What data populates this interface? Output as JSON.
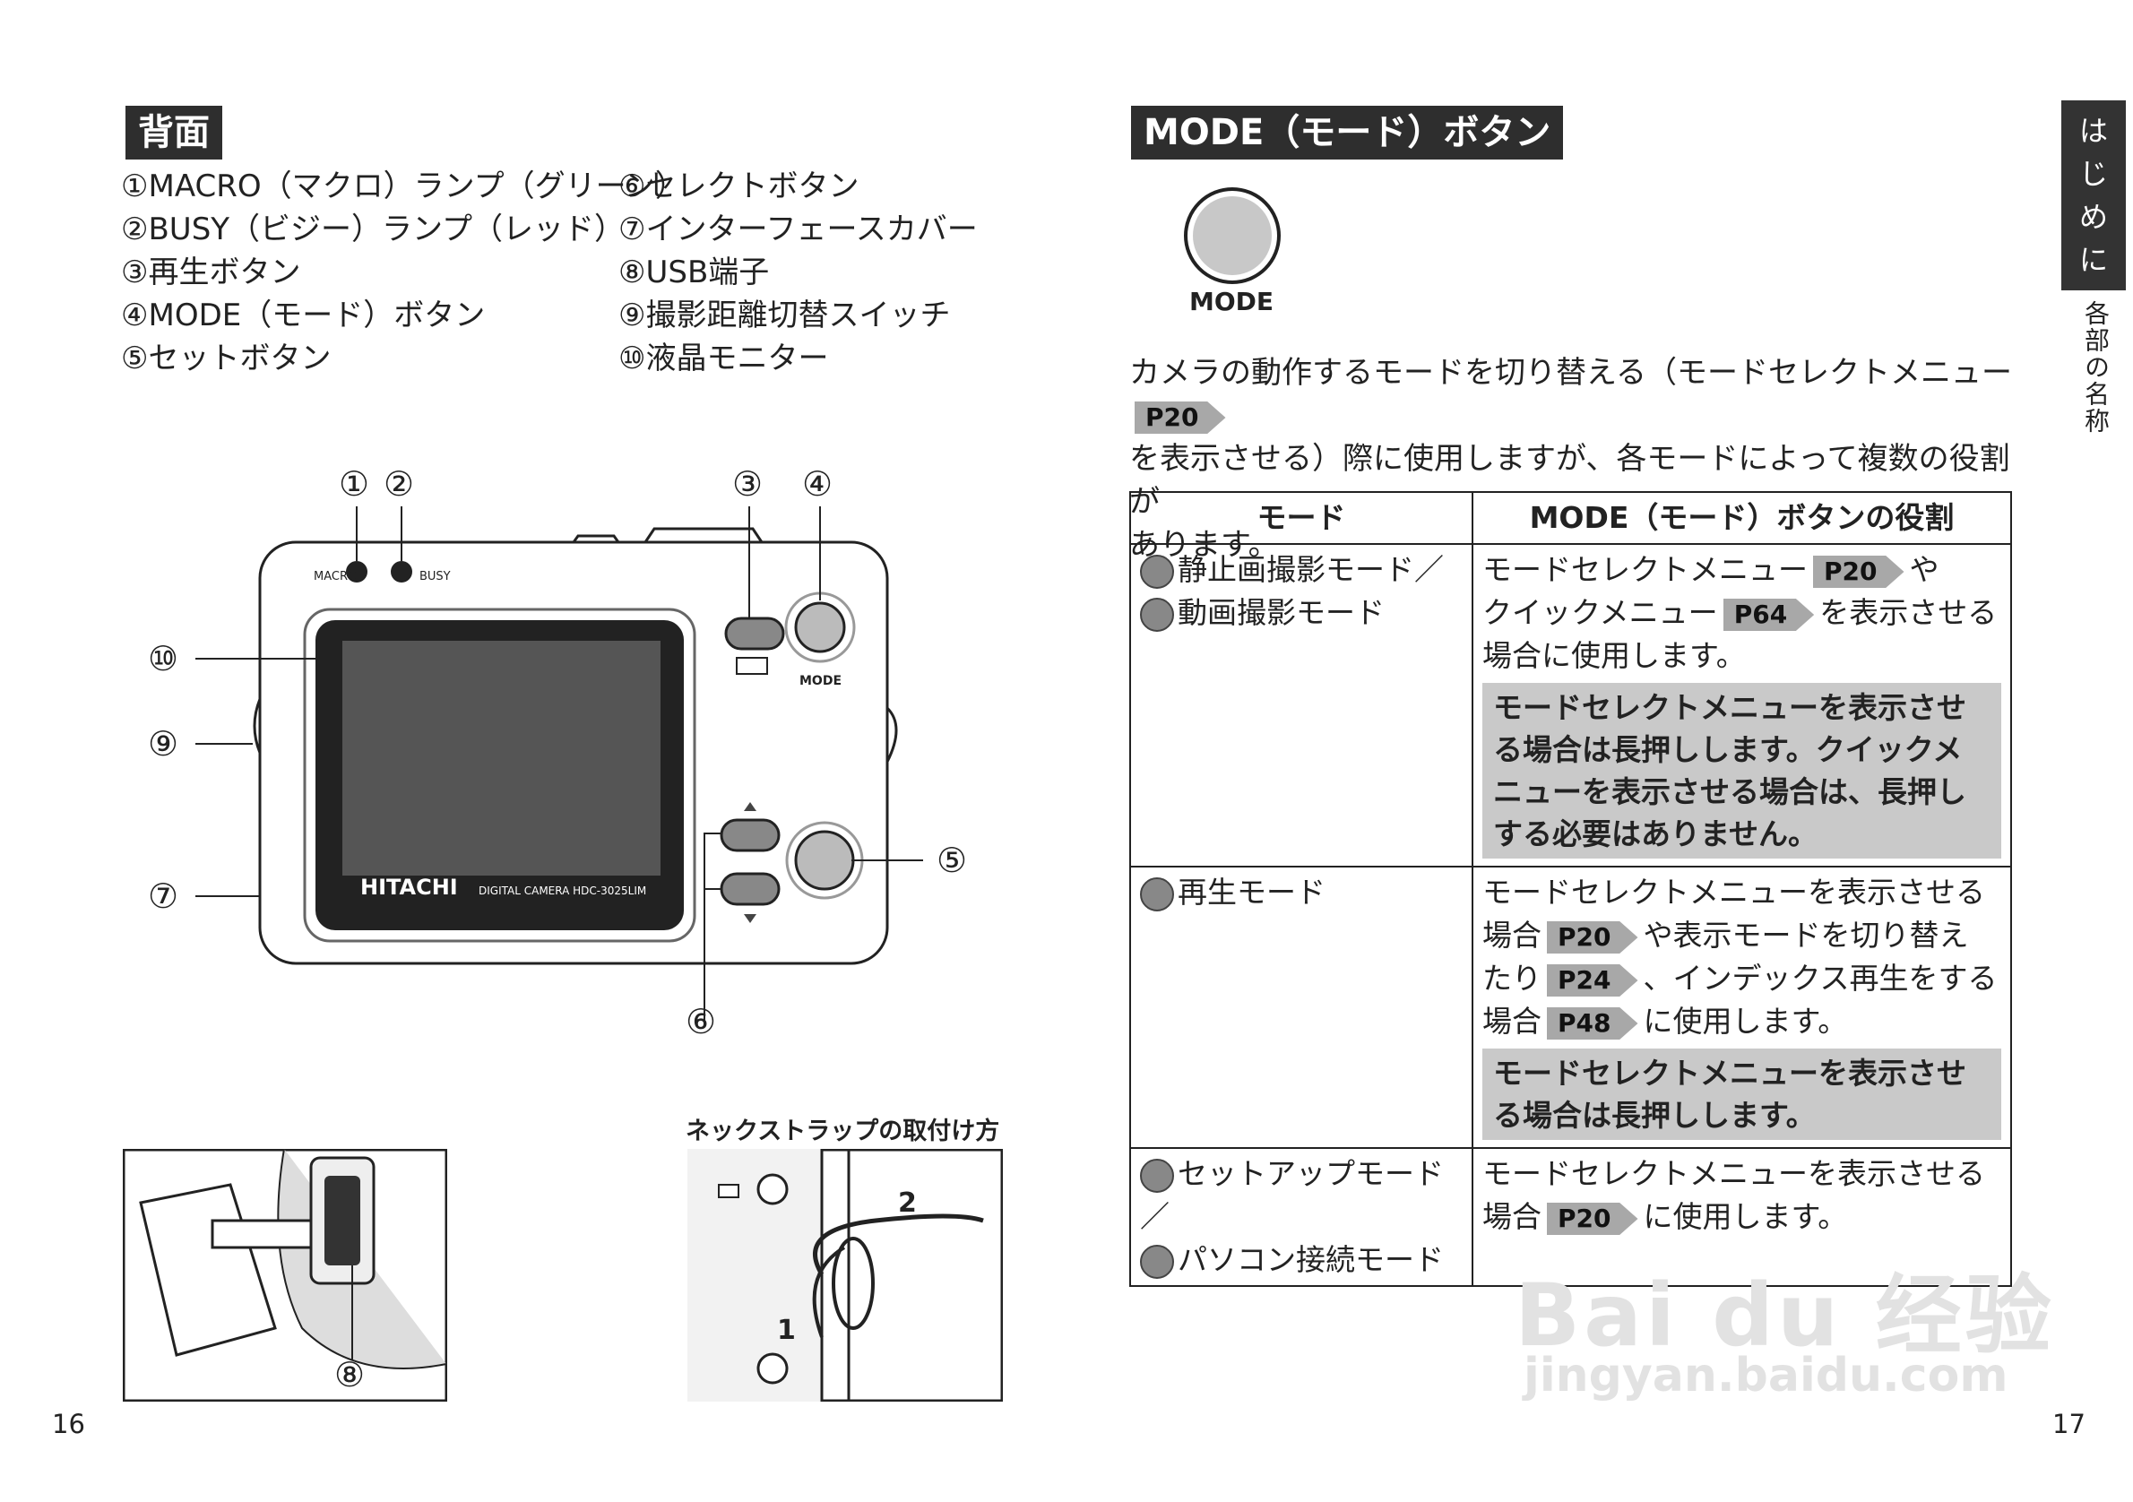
{
  "left": {
    "heading": "背面",
    "parts_col1": [
      "①MACRO（マクロ）ランプ（グリーン）",
      "②BUSY（ビジー）ランプ（レッド）",
      "③再生ボタン",
      "④MODE（モード）ボタン",
      "⑤セットボタン"
    ],
    "parts_col2": [
      "⑥セレクトボタン",
      "⑦インターフェースカバー",
      "⑧USB端子",
      "⑨撮影距離切替スイッチ",
      "⑩液晶モニター"
    ],
    "callouts": {
      "c1": "①",
      "c2": "②",
      "c3": "③",
      "c4": "④",
      "c5": "⑤",
      "c6": "⑥",
      "c7": "⑦",
      "c9": "⑨",
      "c10": "⑩",
      "c8": "⑧"
    },
    "camera": {
      "macro": "MACRO",
      "busy": "BUSY",
      "mode": "MODE",
      "brand": "HITACHI",
      "model": "DIGITAL CAMERA  HDC-3025LIM"
    },
    "strap_title": "ネックストラップの取付け方",
    "strap_steps": {
      "s1": "1",
      "s2": "2"
    },
    "page_number": "16"
  },
  "right": {
    "heading": "MODE（モード）ボタン",
    "mode_label": "MODE",
    "intro_1": "カメラの動作するモードを切り替える（モードセレクトメニュー",
    "intro_ref": "P20",
    "intro_2": "を表示させる）際に使用しますが、各モードによって複数の役割が",
    "intro_3": "あります。",
    "table": {
      "col1": "モード",
      "col2": "MODE（モード）ボタンの役割",
      "row1": {
        "mode_a": "静止画撮影モード／",
        "mode_b": "動画撮影モード",
        "t1a": "モードセレクトメニュー",
        "r1": "P20",
        "t1b": "や",
        "t2a": "クイックメニュー",
        "r2": "P64",
        "t2b": "を表示させる",
        "t3": "場合に使用します。",
        "note": "モードセレクトメニューを表示させる場合は長押しします。クイックメニューを表示させる場合は、長押しする必要はありません。"
      },
      "row2": {
        "mode": "再生モード",
        "t1": "モードセレクトメニューを表示させる",
        "t2a": "場合",
        "r1": "P20",
        "t2b": "や表示モードを切り替え",
        "t3a": "たり",
        "r2": "P24",
        "t3b": "、インデックス再生をする",
        "t4a": "場合",
        "r3": "P48",
        "t4b": "に使用します。",
        "note": "モードセレクトメニューを表示させる場合は長押しします。"
      },
      "row3": {
        "mode_a": "セットアップモード／",
        "mode_b": "パソコン接続モード",
        "t1": "モードセレクトメニューを表示させる",
        "t2a": "場合",
        "r1": "P20",
        "t2b": "に使用します。"
      }
    },
    "side_tab": [
      "は",
      "じ",
      "め",
      "に"
    ],
    "side_label": "各部の名称",
    "page_number": "17",
    "watermark": "Bai du 经验",
    "watermark_url": "jingyan.baidu.com"
  }
}
